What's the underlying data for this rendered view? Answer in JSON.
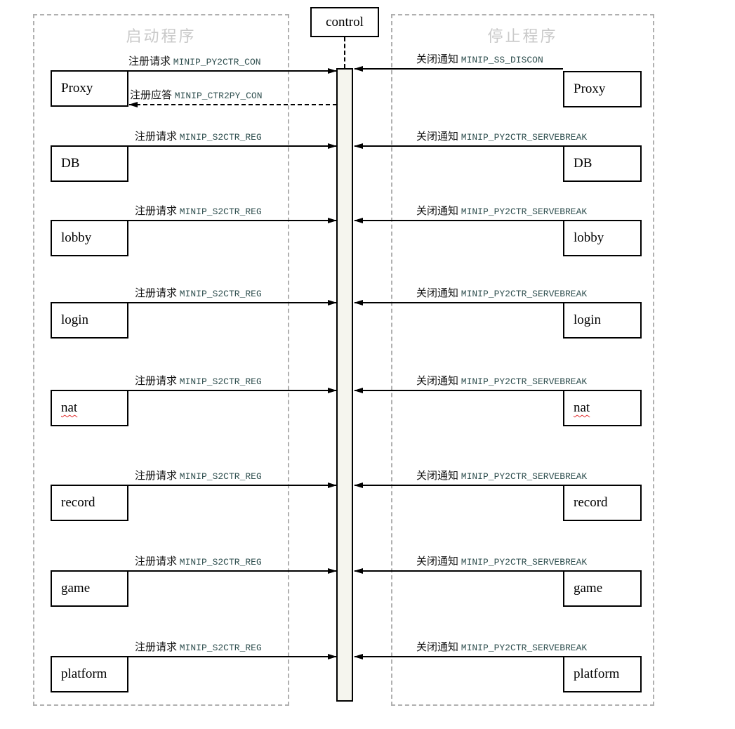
{
  "diagram": {
    "control_label": "control",
    "left_section_title": "启动程序",
    "right_section_title": "停止程序"
  },
  "reply": {
    "label": "注册应答",
    "code": "MINIP_CTR2PY_CON"
  },
  "rows": [
    {
      "name": "Proxy",
      "left_label": "注册请求",
      "left_code": "MINIP_PY2CTR_CON",
      "right_label": "关闭通知",
      "right_code": "MINIP_SS_DISCON",
      "misspelled": false
    },
    {
      "name": "DB",
      "left_label": "注册请求",
      "left_code": "MINIP_S2CTR_REG",
      "right_label": "关闭通知",
      "right_code": "MINIP_PY2CTR_SERVEBREAK",
      "misspelled": false
    },
    {
      "name": "lobby",
      "left_label": "注册请求",
      "left_code": "MINIP_S2CTR_REG",
      "right_label": "关闭通知",
      "right_code": "MINIP_PY2CTR_SERVEBREAK",
      "misspelled": false
    },
    {
      "name": "login",
      "left_label": "注册请求",
      "left_code": "MINIP_S2CTR_REG",
      "right_label": "关闭通知",
      "right_code": "MINIP_PY2CTR_SERVEBREAK",
      "misspelled": false
    },
    {
      "name": "nat",
      "left_label": "注册请求",
      "left_code": "MINIP_S2CTR_REG",
      "right_label": "关闭通知",
      "right_code": "MINIP_PY2CTR_SERVEBREAK",
      "misspelled": true
    },
    {
      "name": "record",
      "left_label": "注册请求",
      "left_code": "MINIP_S2CTR_REG",
      "right_label": "关闭通知",
      "right_code": "MINIP_PY2CTR_SERVEBREAK",
      "misspelled": false
    },
    {
      "name": "game",
      "left_label": "注册请求",
      "left_code": "MINIP_S2CTR_REG",
      "right_label": "关闭通知",
      "right_code": "MINIP_PY2CTR_SERVEBREAK",
      "misspelled": false
    },
    {
      "name": "platform",
      "left_label": "注册请求",
      "left_code": "MINIP_S2CTR_REG",
      "right_label": "关闭通知",
      "right_code": "MINIP_PY2CTR_SERVEBREAK",
      "misspelled": false
    }
  ],
  "colors": {
    "code_text": "#2f4f4f",
    "section_title": "#c9c9c9",
    "activation_fill": "#f5f5ee",
    "dashed_border": "#b0b0b0",
    "spellcheck_underline": "#e02b2b"
  }
}
